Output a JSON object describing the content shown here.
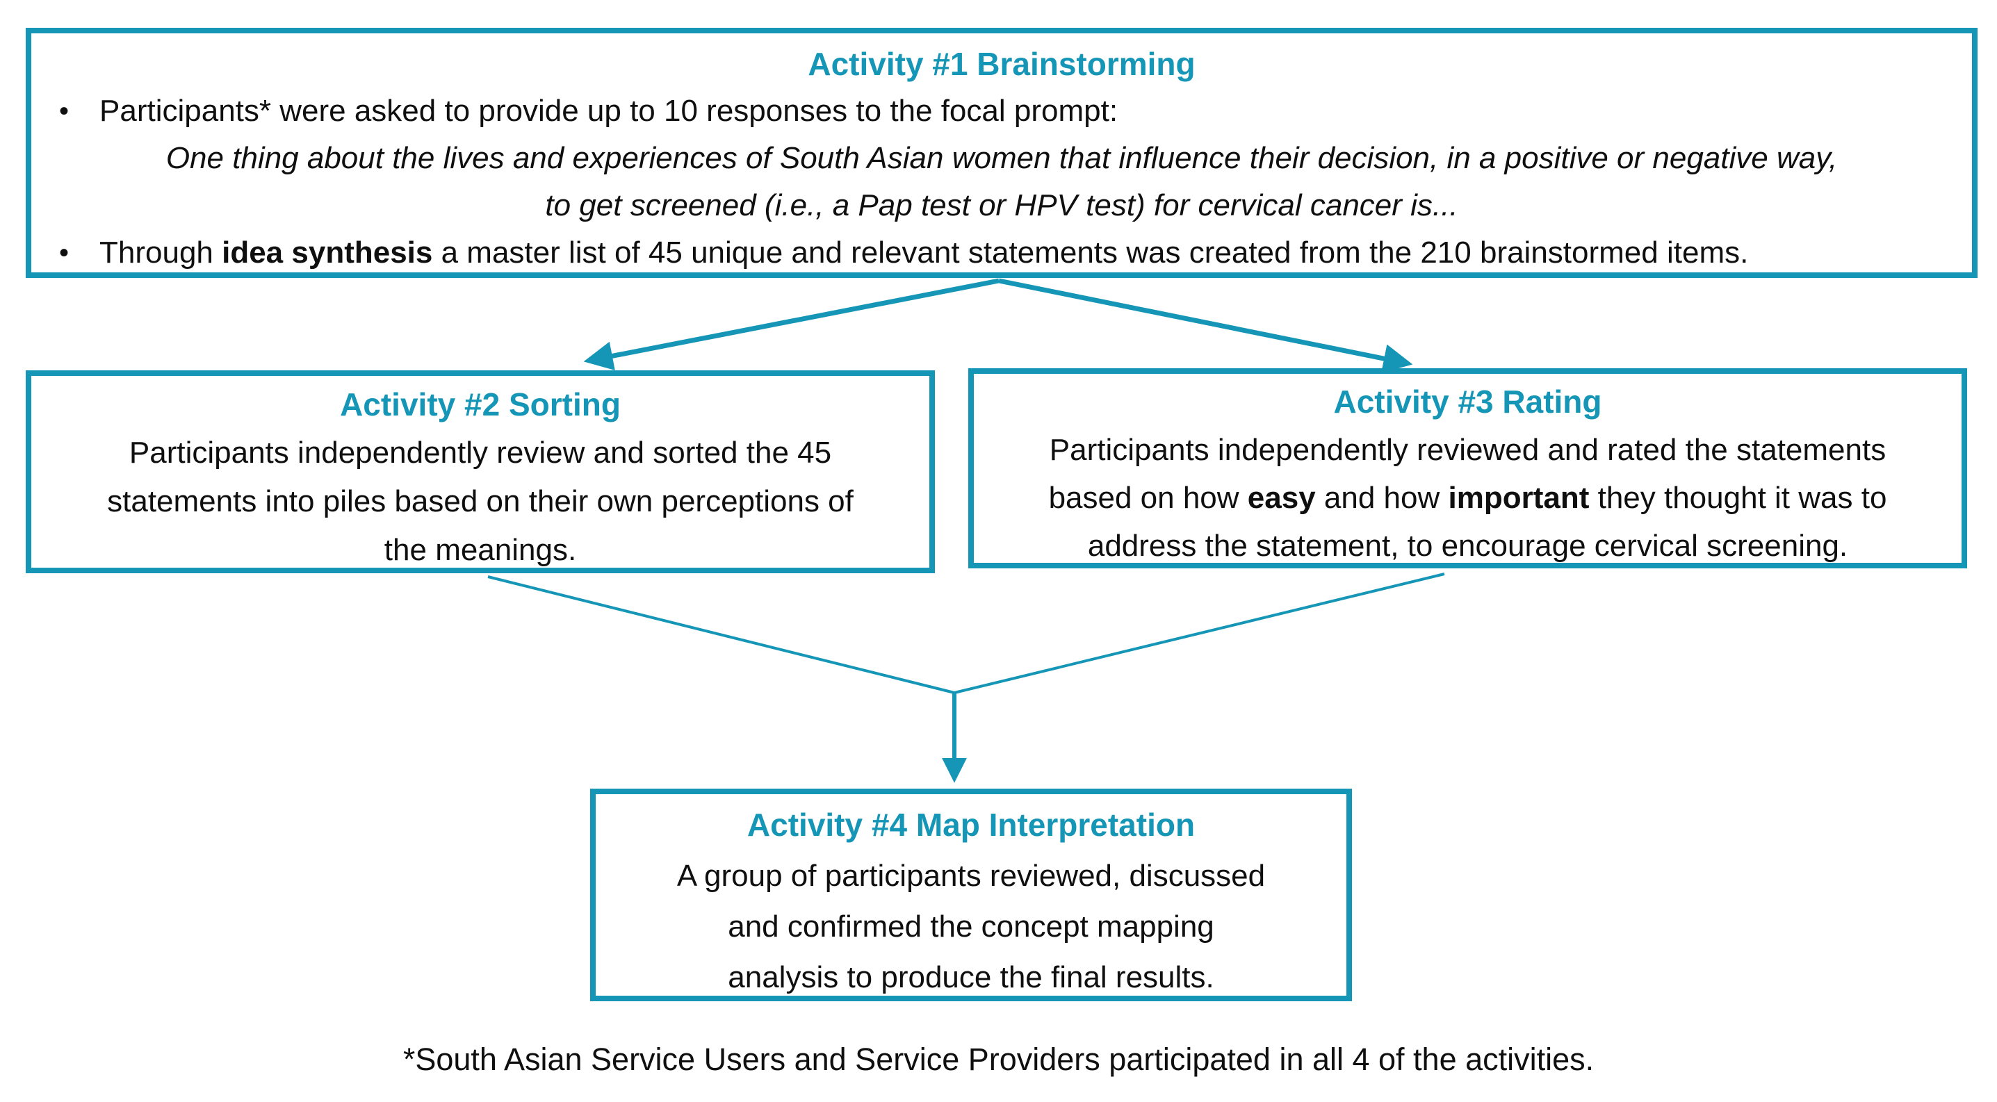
{
  "accent_color": "#1596B6",
  "text_color": "#0f0f0f",
  "bullet_glyph": "•",
  "activity1": {
    "title": "Activity #1 Brainstorming",
    "bullet1": "Participants* were asked to provide up to 10 responses to the focal prompt:",
    "prompt_line1": "One thing about the lives and experiences of South Asian women that influence their decision, in a positive or negative way,",
    "prompt_line2": "to get screened (i.e., a Pap test or HPV test) for cervical cancer is...",
    "bullet2_pre": "Through ",
    "bullet2_bold": "idea synthesis",
    "bullet2_post": " a master list of 45 unique and relevant statements was created from the 210 brainstormed items."
  },
  "activity2": {
    "title": "Activity #2 Sorting",
    "line1": "Participants independently review and sorted the 45",
    "line2": "statements into piles based on their own perceptions of",
    "line3": "the meanings."
  },
  "activity3": {
    "title": "Activity #3 Rating",
    "line1": "Participants independently reviewed and rated the statements",
    "line2_a": "based on how ",
    "line2_bold1": "easy",
    "line2_b": " and how ",
    "line2_bold2": "important",
    "line2_c": " they thought it was to",
    "line3": "address the statement, to encourage cervical screening."
  },
  "activity4": {
    "title": "Activity #4 Map Interpretation",
    "line1": "A group of participants reviewed, discussed",
    "line2": "and confirmed the concept mapping",
    "line3": "analysis to produce the final results."
  },
  "footnote": "*South Asian Service Users and Service Providers participated in all 4 of the activities."
}
